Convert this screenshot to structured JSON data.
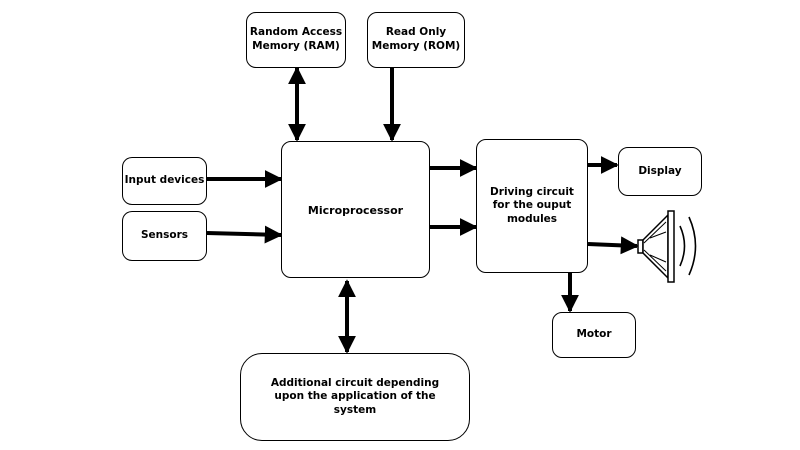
{
  "blocks": {
    "ram": "Random Access Memory (RAM)",
    "rom": "Read Only Memory (ROM)",
    "input_devices": "Input devices",
    "sensors": "Sensors",
    "microprocessor": "Microprocessor",
    "driving_circuit": "Driving circuit for the ouput modules",
    "display": "Display",
    "motor": "Motor",
    "additional_circuit": "Additional circuit depending upon the application of the system"
  },
  "icons": {
    "speaker": "speaker-icon"
  }
}
